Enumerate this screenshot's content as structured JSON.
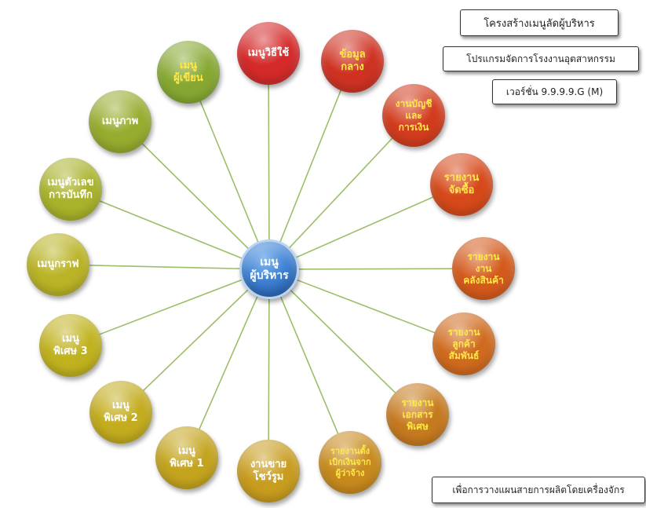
{
  "hub": {
    "label": "เมนู\nผู้บริหาร"
  },
  "nodes": [
    {
      "id": "user-manual",
      "label": "เมนูวิธีใช้",
      "color": "#d42a2a",
      "text": "white"
    },
    {
      "id": "master-data",
      "label": "ข้อมูล\nกลาง",
      "color": "#cf3222",
      "text": "yellow"
    },
    {
      "id": "accounting-finance",
      "label": "งานบัญชี\nและ\nการเงิน",
      "color": "#d23c1e",
      "text": "yellow"
    },
    {
      "id": "purchase-report",
      "label": "รายงาน\nจัดซื้อ",
      "color": "#d6491a",
      "text": "yellow"
    },
    {
      "id": "warehouse-report",
      "label": "รายงาน\nงาน\nคลังสินค้า",
      "color": "#d45a1c",
      "text": "yellow"
    },
    {
      "id": "customer-relations-report",
      "label": "รายงาน\nลูกค้า\nสัมพันธ์",
      "color": "#cf6a1e",
      "text": "yellow"
    },
    {
      "id": "special-document-report",
      "label": "รายงาน\nเอกสาร\nพิเศษ",
      "color": "#c67a1f",
      "text": "yellow"
    },
    {
      "id": "subcontractor-report",
      "label": "รายงานตั้ง\nเบิกเงินจาก\nผู้ว่าจ้าง",
      "color": "#c78a1d",
      "text": "yellow"
    },
    {
      "id": "showroom-sales",
      "label": "งานขาย\nโชว์รูม",
      "color": "#c89c1e",
      "text": "white"
    },
    {
      "id": "special-menu-1",
      "label": "เมนู\nพิเศษ 1",
      "color": "#c4a41e",
      "text": "white"
    },
    {
      "id": "special-menu-2",
      "label": "เมนู\nพิเศษ 2",
      "color": "#c3ac1e",
      "text": "white"
    },
    {
      "id": "special-menu-3",
      "label": "เมนู\nพิเศษ 3",
      "color": "#c0b21e",
      "text": "white"
    },
    {
      "id": "graph-menu",
      "label": "เมนูกราฟ",
      "color": "#b9b325",
      "text": "white"
    },
    {
      "id": "number-entry-menu",
      "label": "เมนูตัวเลข\nการบันทึก",
      "color": "#a8b22a",
      "text": "white"
    },
    {
      "id": "image-menu",
      "label": "เมนูภาพ",
      "color": "#96ac2e",
      "text": "white"
    },
    {
      "id": "author-menu",
      "label": "เมนู\nผู้เขียน",
      "color": "#86a832",
      "text": "yellow"
    }
  ],
  "info": {
    "title": "โครงสร้างเมนูลัดผู้บริหาร",
    "program": "โปรแกรมจัดการโรงงานอุตสาหกรรม",
    "version": "เวอร์ชั่น 9.9.9.9.G (M)",
    "footer": "เพื่อการวางแผนสายการผลิตโดยเครื่องจักร"
  },
  "link_color": "#9bbf68"
}
